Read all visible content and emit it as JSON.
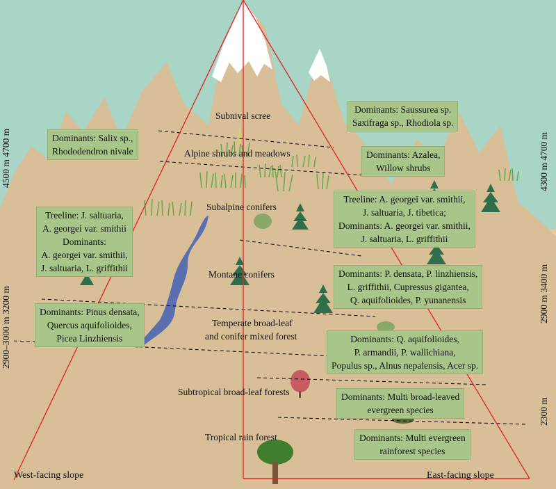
{
  "colors": {
    "sky": "#a8d5c6",
    "mountain": "#d9bf98",
    "ground": "#e6c9a4",
    "snow": "#ffffff",
    "boundary_line": "#e02a2a",
    "dominant_box": "#a9c58a",
    "river": "#5a6fb0"
  },
  "zones": {
    "subnival": "Subnival scree",
    "alpine": "Alpine shrubs and meadows",
    "subalpine": "Subalpine conifers",
    "montane": "Montane conifers",
    "temperate_1": "Temperate broad-leaf",
    "temperate_2": "and conifer mixed forest",
    "subtropical": "Subtropical broad-leaf forests",
    "tropical": "Tropical rain forest"
  },
  "west_boxes": {
    "salix": [
      "Dominants: Salix sp.,",
      "Rhododendron nivale"
    ],
    "treeline": [
      "Treeline: J. saltuaria,",
      "A. georgei var. smithii",
      "Dominants:",
      "A. georgei var. smithii,",
      "J. saltuaria, L. griffithii"
    ],
    "pinus": [
      "Dominants: Pinus densata,",
      "Quercus aquifolioides,",
      "Picea Linzhiensis"
    ]
  },
  "east_boxes": {
    "saussurea": [
      "Dominants: Saussurea sp.",
      "Saxifraga sp., Rhodiola sp."
    ],
    "azalea": [
      "Dominants: Azalea,",
      "Willow shrubs"
    ],
    "treeline": [
      "Treeline: A. georgei var. smithii,",
      "J. saltuaria, J. tibetica;",
      "Dominants: A. georgei var. smithii,",
      "J. saltuaria, L. griffithii"
    ],
    "densata": [
      "Dominants: P. densata, P. linzhiensis,",
      "L. griffithii, Cupressus gigantea,",
      "Q. aquifolioides, P. yunanensis"
    ],
    "quercus": [
      "Dominants: Q. aquifolioides,",
      "P. armandii, P. wallichiana,",
      "Populus sp., Alnus nepalensis, Acer sp."
    ],
    "broadleaved": [
      "Dominants: Multi broad-leaved",
      "evergreen species"
    ],
    "rainforest": [
      "Dominants: Multi evergreen",
      "rainforest species"
    ]
  },
  "slopes": {
    "west": "West-facing slope",
    "east": "East-facing slope"
  },
  "elevations": {
    "west": [
      "4500 m  4700 m",
      "2900–3000 m  3200 m"
    ],
    "east": [
      "4300 m  4700 m",
      "2900 m  3400 m",
      "2300 m"
    ]
  }
}
